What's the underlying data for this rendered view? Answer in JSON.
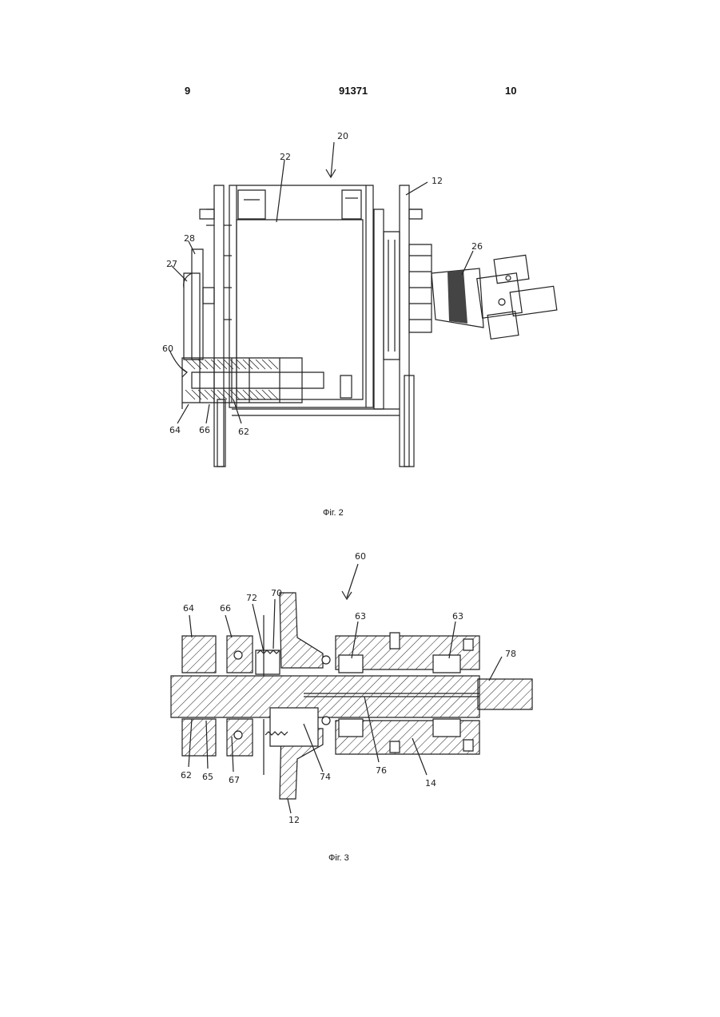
{
  "header": {
    "left_page": "9",
    "patent_number": "91371",
    "right_page": "10"
  },
  "figure2": {
    "caption": "Фіг. 2",
    "labels": [
      "20",
      "22",
      "12",
      "26",
      "28",
      "27",
      "60",
      "64",
      "66",
      "62"
    ]
  },
  "figure3": {
    "caption": "Фіг. 3",
    "labels": [
      "60",
      "64",
      "66",
      "72",
      "70",
      "63",
      "63",
      "78",
      "62",
      "65",
      "67",
      "74",
      "76",
      "14",
      "12"
    ]
  }
}
